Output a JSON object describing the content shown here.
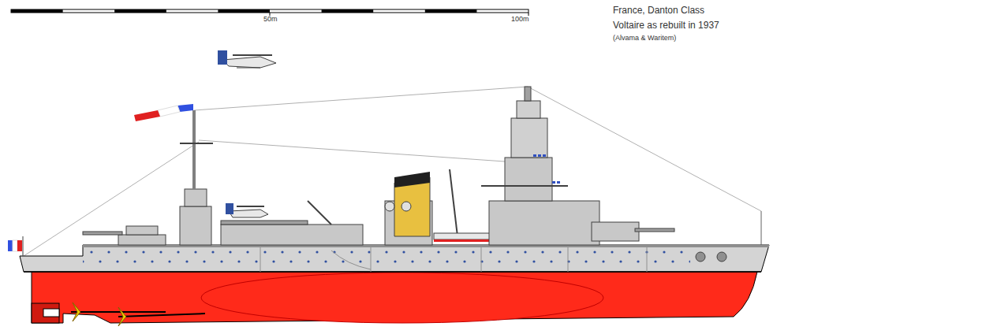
{
  "diagram": {
    "title": "France, Danton Class",
    "labels": [
      "Voltaire as rebuilt in 1937",
      "(Alvama & Waritem)",
      "50m",
      "100m"
    ]
  }
}
